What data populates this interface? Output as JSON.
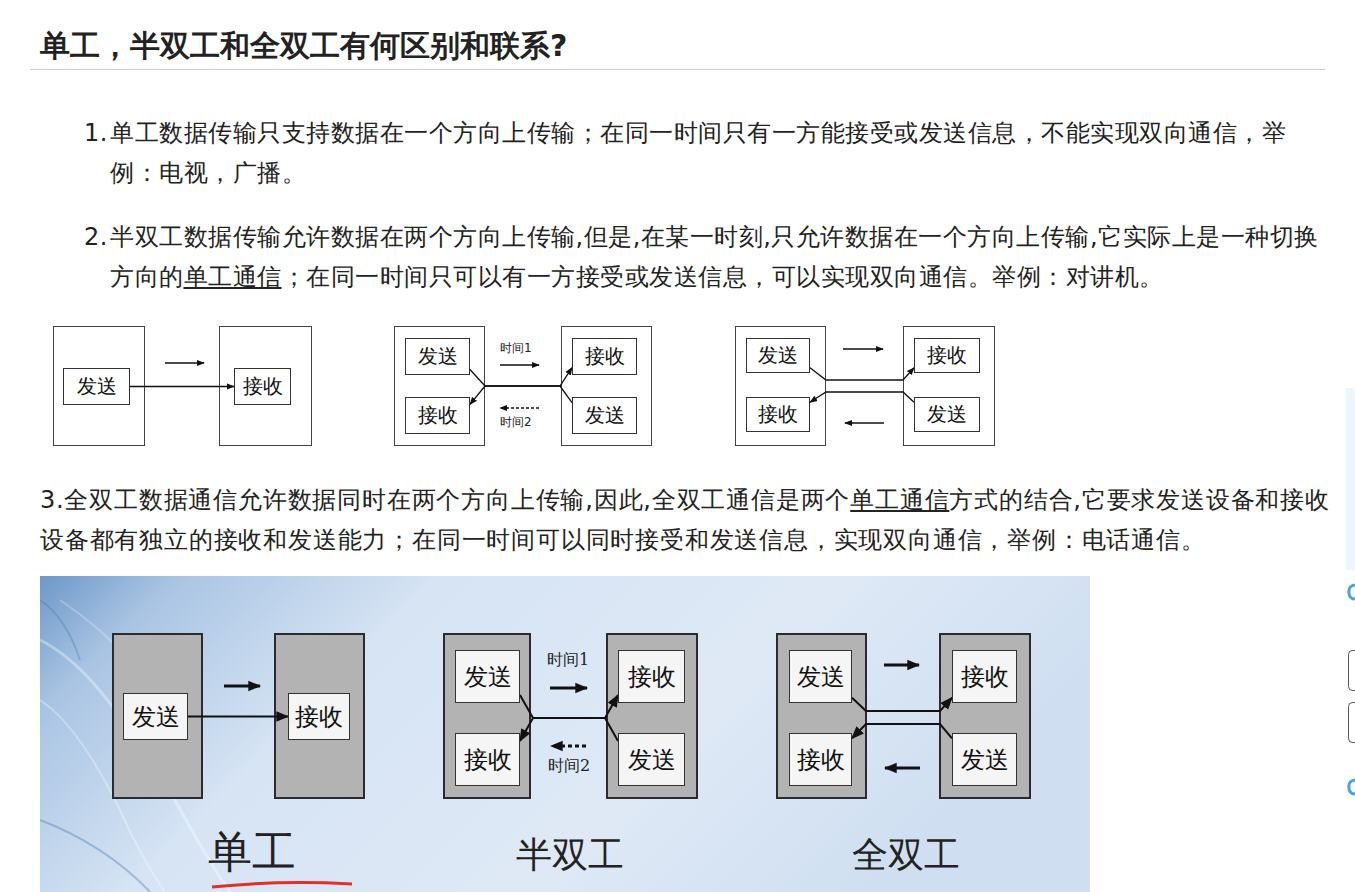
{
  "diagram": {
    "title": "单工，半双工和全双工有何区别和联系?",
    "nodes": [
      {
        "text": [
          "发送"
        ]
      },
      {
        "text": [
          "接收"
        ]
      },
      {
        "text": [
          "发送"
        ]
      },
      {
        "text": [
          "接收"
        ]
      },
      {
        "text": [
          "接收"
        ]
      },
      {
        "text": [
          "发送"
        ]
      },
      {
        "text": [
          "发送"
        ]
      },
      {
        "text": [
          "接收"
        ]
      },
      {
        "text": [
          "接收"
        ]
      },
      {
        "text": [
          "发送"
        ]
      },
      {
        "text": [
          "发送"
        ]
      },
      {
        "text": [
          "接收"
        ]
      },
      {
        "text": [
          "发送"
        ]
      },
      {
        "text": [
          "接收"
        ]
      },
      {
        "text": [
          "接收"
        ]
      },
      {
        "text": [
          "发送"
        ]
      },
      {
        "text": [
          "发送"
        ]
      },
      {
        "text": [
          "接收"
        ]
      },
      {
        "text": [
          "接收"
        ]
      },
      {
        "text": [
          "发送"
        ]
      }
    ],
    "edges": [
      {
        "from": 0,
        "to": 1,
        "arrow": "to"
      },
      {
        "from": 2,
        "to": 3,
        "arrow": "to"
      },
      {
        "from": 5,
        "to": 4,
        "arrow": "to"
      },
      {
        "from": 6,
        "to": 7,
        "arrow": "to"
      },
      {
        "from": 9,
        "to": 8,
        "arrow": "to"
      },
      {
        "from": 10,
        "to": 11,
        "arrow": "to"
      },
      {
        "from": 12,
        "to": 13,
        "arrow": "to"
      },
      {
        "from": 15,
        "to": 14,
        "arrow": "to"
      },
      {
        "from": 16,
        "to": 17,
        "arrow": "to"
      },
      {
        "from": 19,
        "to": 18,
        "arrow": "to"
      }
    ],
    "labels": [
      "1.",
      "单工数据传输只支持数据在一个方向上传输；在同一时间只有一方能接受或发送信息，不能实现双向通信，举例：电视，广播。",
      "2.",
      "半双工数据传输允许数据在两个方向上传输,但是,在某一时刻,只允许数据在一个方向上传输,它实际上是一种切换方向的",
      "单工通信",
      "；在同一时间只可以有一方接受或发送信息，可以实现双向通信。举例：对讲机。",
      "时间1",
      "时间2",
      "3.全双工数据通信允许数据同时在两个方向上传输,因此,全双工通信是两个",
      "单工通信",
      "方式的结合,它要求发送设备和接收设备都有独立的接收和发送能力；在同一时间可以同时接受和发送信息，实现双向通信，举例：电话通信。",
      "时间1",
      "时间2",
      "单工",
      "半双工",
      "全双工"
    ]
  }
}
